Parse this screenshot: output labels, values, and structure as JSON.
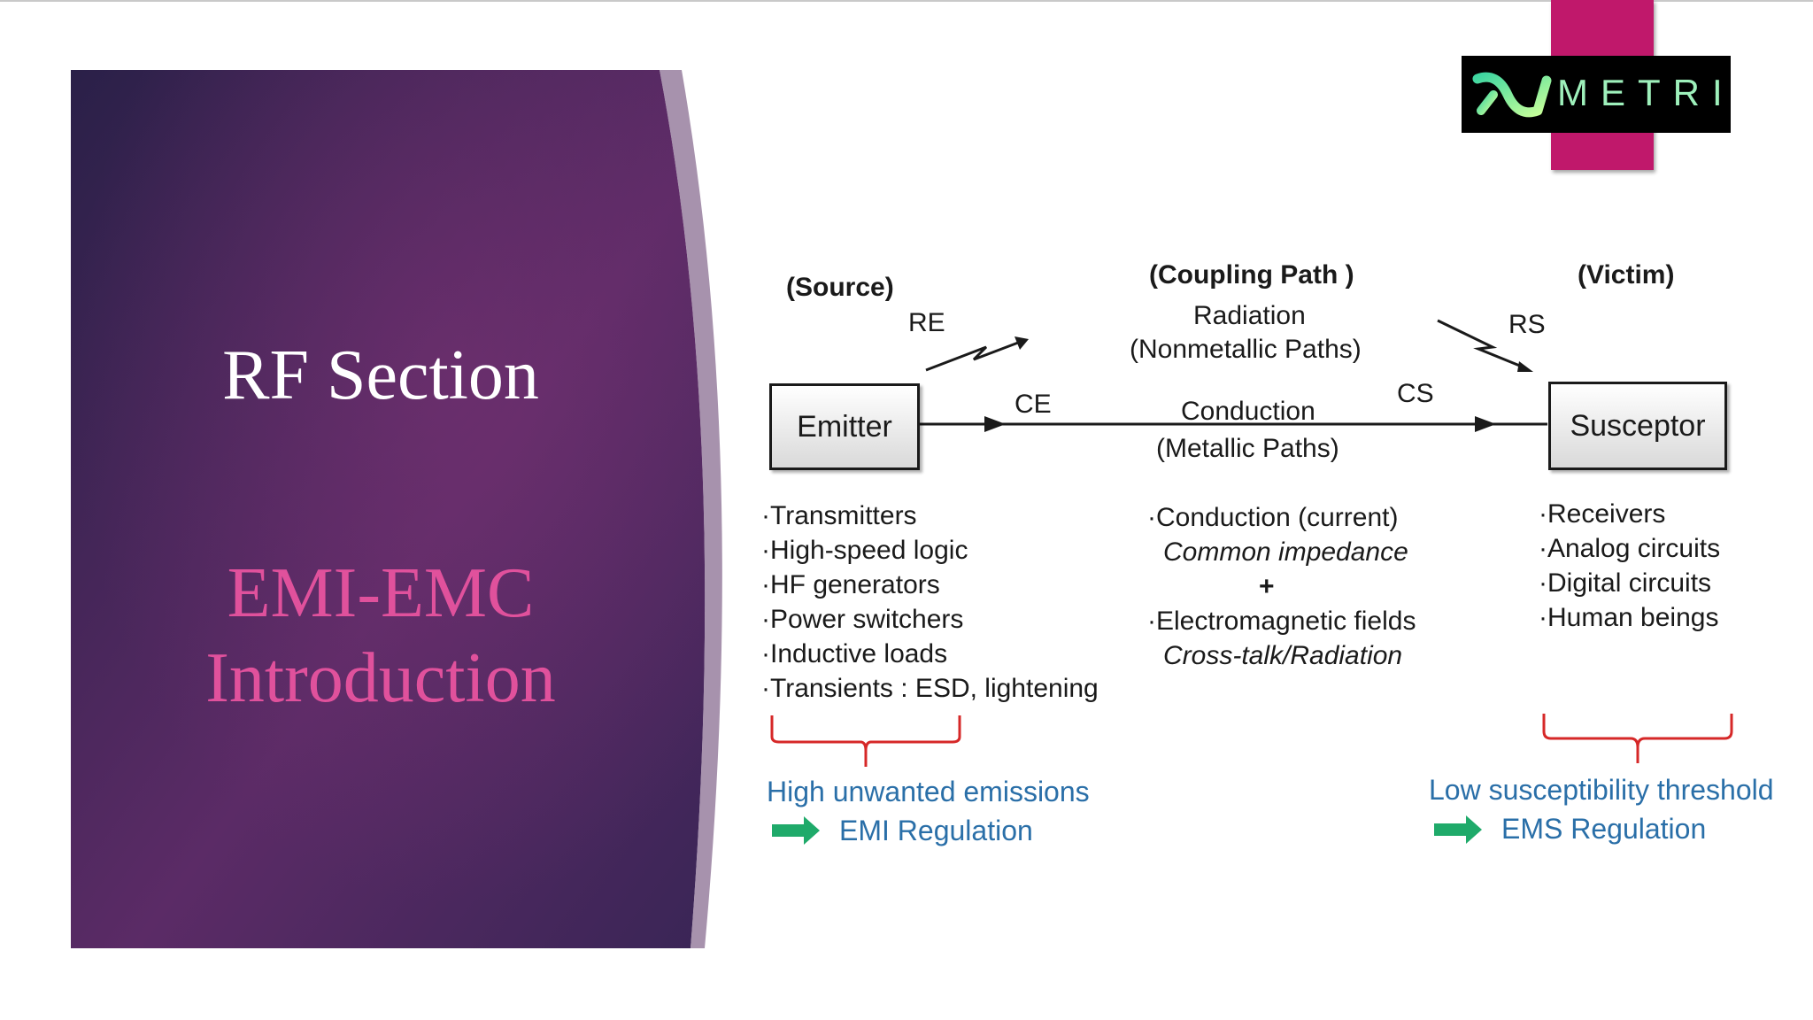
{
  "slide": {
    "title": "RF Section",
    "subtitle_line1": "EMI-EMC",
    "subtitle_line2": "Introduction"
  },
  "logo": {
    "word": "METRI",
    "icon": "metri-logo-icon"
  },
  "diagram": {
    "source_heading": "(Source)",
    "coupling_heading": "(Coupling Path )",
    "victim_heading": "(Victim)",
    "re": "RE",
    "rs": "RS",
    "ce": "CE",
    "cs": "CS",
    "radiation": "Radiation",
    "nonmetallic": "(Nonmetallic Paths)",
    "conduction": "Conduction",
    "metallic": "(Metallic Paths)",
    "emitter": "Emitter",
    "susceptor": "Susceptor",
    "source_items": [
      "·Transmitters",
      "·High-speed logic",
      "·HF generators",
      "·Power switchers",
      "·Inductive loads",
      "·Transients : ESD, lightening"
    ],
    "coupling_items": {
      "conduction_current": "·Conduction (current)",
      "common_impedance": "Common impedance",
      "plus": "+",
      "em_fields": "·Electromagnetic fields",
      "crosstalk": "Cross-talk/Radiation"
    },
    "victim_items": [
      "·Receivers",
      "·Analog circuits",
      "·Digital circuits",
      "·Human beings"
    ],
    "emi_note": "High unwanted emissions",
    "emi_regulation": "EMI Regulation",
    "ems_note": "Low susceptibility threshold",
    "ems_regulation": "EMS Regulation"
  },
  "colors": {
    "panel_dark": "#2e2150",
    "panel_mid": "#5a2a64",
    "subtitle": "#e0519c",
    "logo_bar": "#c0186b",
    "note_blue": "#2a6fa8",
    "brace_red": "#d62828",
    "arrow_green": "#1faa6a"
  }
}
